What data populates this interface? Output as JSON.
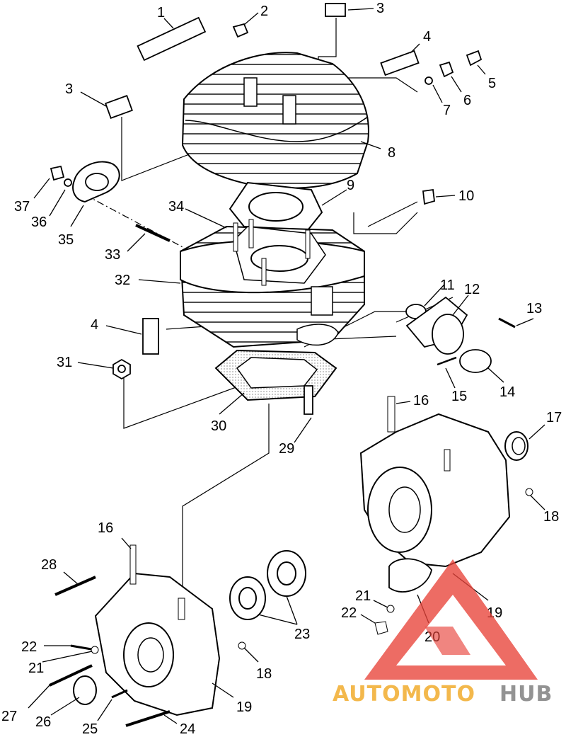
{
  "figure": {
    "type": "exploded-parts-diagram",
    "callouts": [
      "1",
      "2",
      "3",
      "3",
      "4",
      "5",
      "6",
      "7",
      "8",
      "9",
      "10",
      "34",
      "37",
      "36",
      "35",
      "33",
      "32",
      "4",
      "31",
      "11",
      "12",
      "13",
      "15",
      "14",
      "30",
      "29",
      "16",
      "17",
      "18",
      "16",
      "28",
      "23",
      "21",
      "22",
      "19",
      "20",
      "22",
      "21",
      "18",
      "19",
      "27",
      "26",
      "25",
      "24"
    ]
  },
  "watermark": {
    "part1": "AUTOMOTO",
    "part2": "HUB",
    "colors": {
      "triangle": "#e8433a",
      "part1": "#f2b33d",
      "part2": "#8a8a8a"
    }
  },
  "colors": {
    "line": "#000000",
    "background": "#ffffff"
  }
}
